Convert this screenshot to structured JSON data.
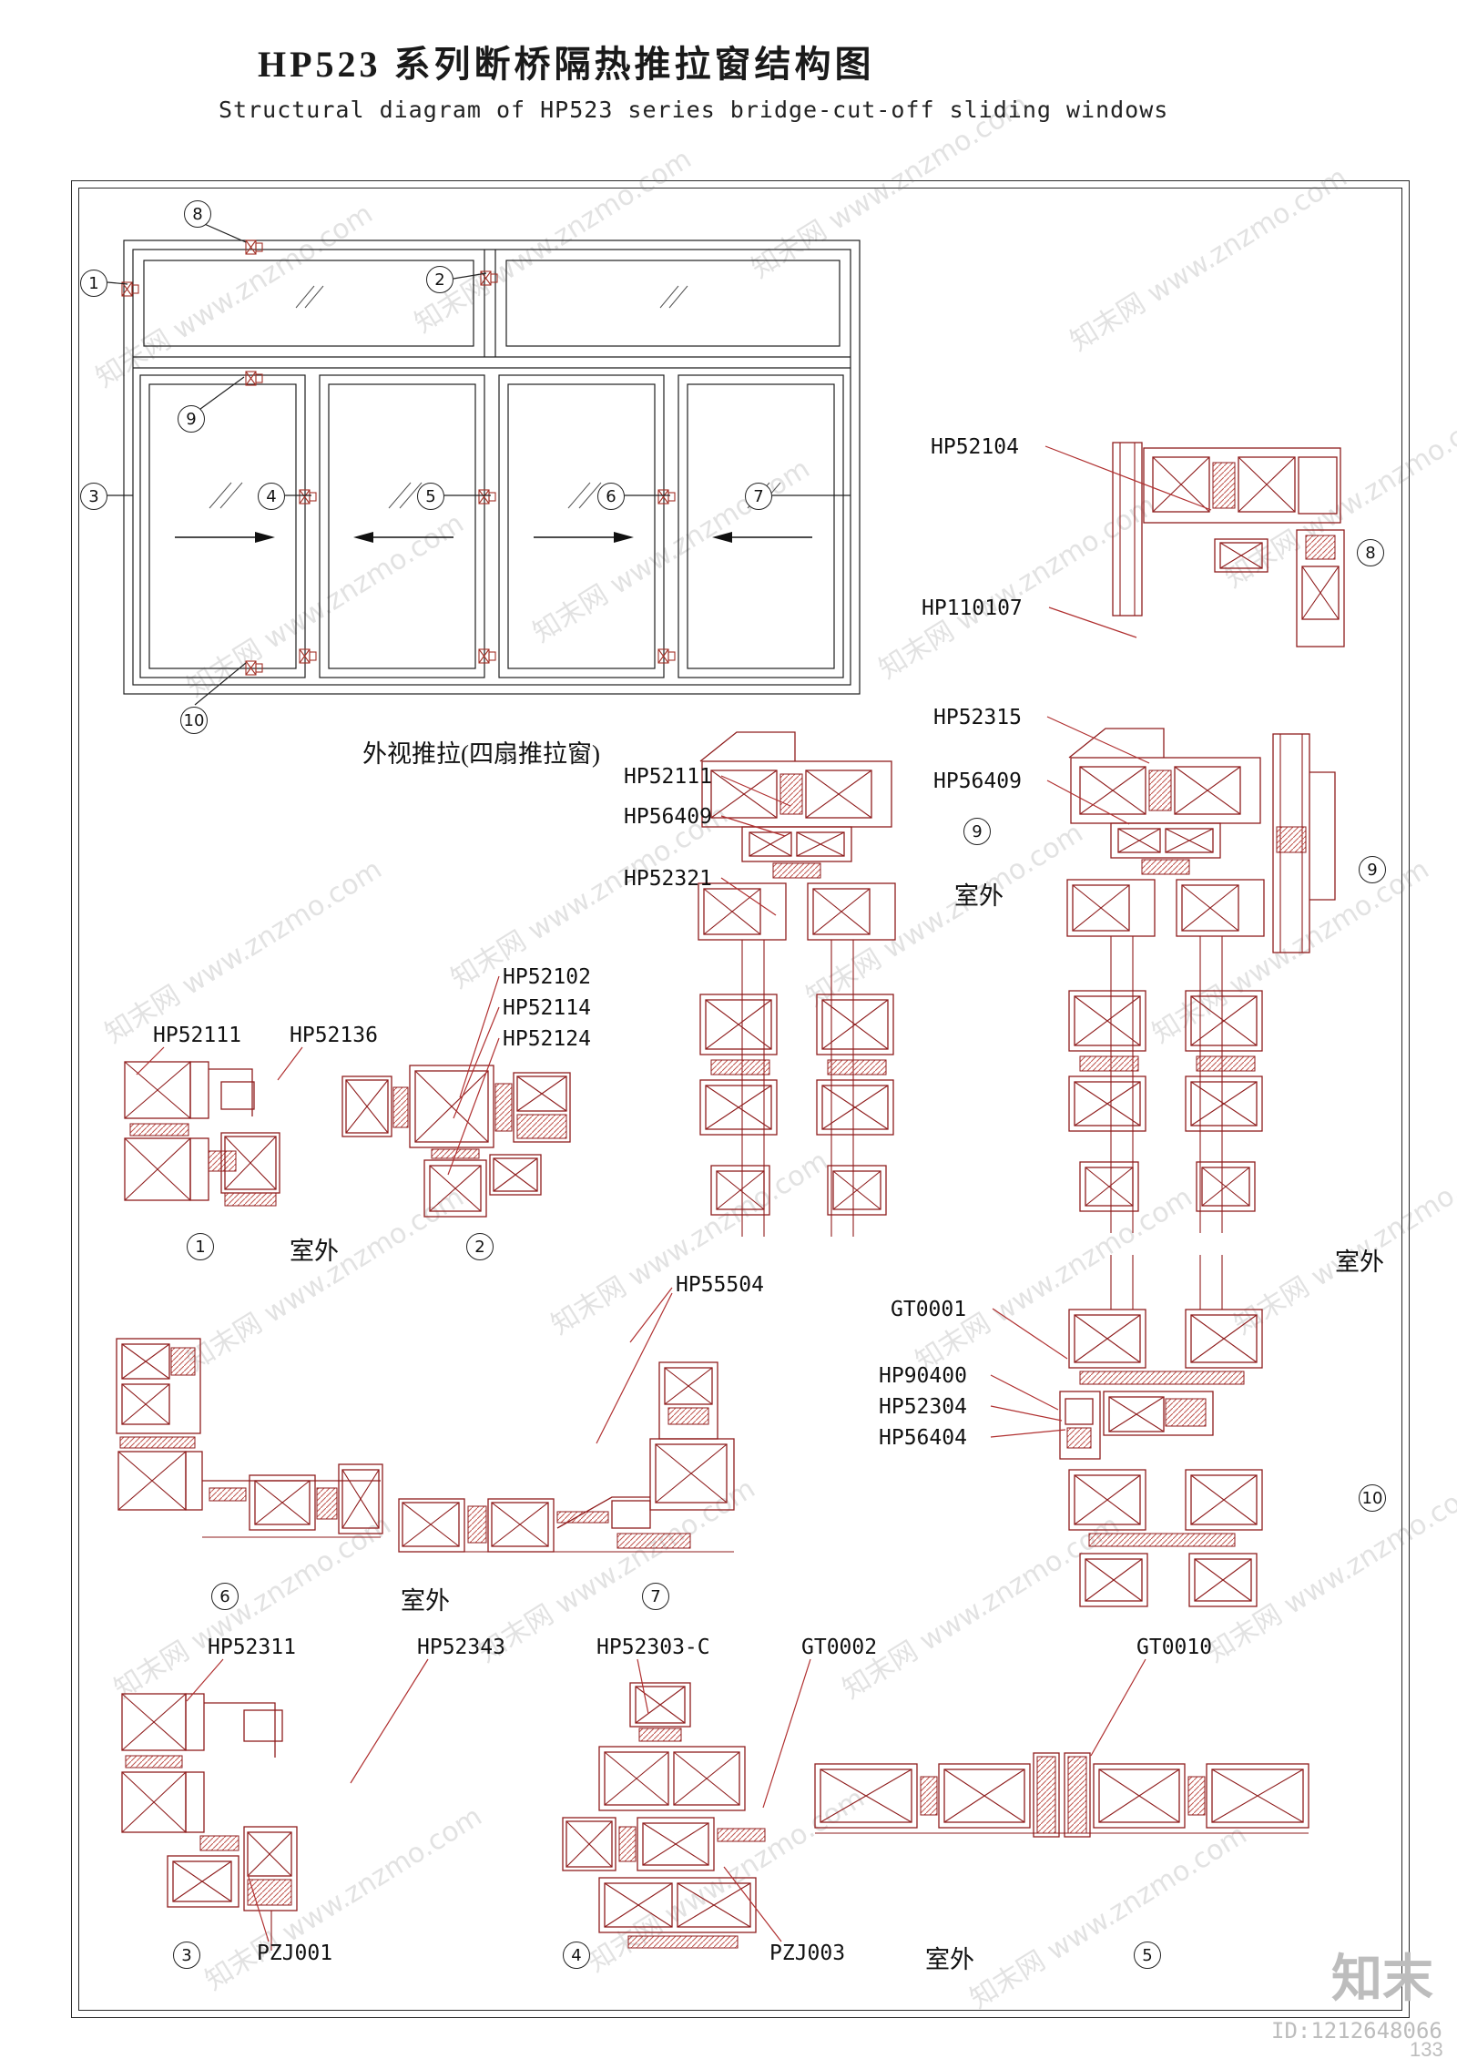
{
  "page": {
    "title_zh": "HP523 系列断桥隔热推拉窗结构图",
    "title_en": "Structural diagram of HP523 series bridge-cut-off sliding windows",
    "watermark": "知末网 www.znzmo.com",
    "footer_logo": "知末",
    "footer_id": "ID:1212648066",
    "footer_page": "133"
  },
  "elevation": {
    "caption": "外视推拉(四扇推拉窗)"
  },
  "outdoor_label": "室外",
  "callouts": {
    "n1": "1",
    "n2": "2",
    "n3": "3",
    "n4": "4",
    "n5": "5",
    "n6": "6",
    "n7": "7",
    "n8": "8",
    "n9": "9",
    "n10": "10"
  },
  "labels": {
    "hp52104": "HP52104",
    "hp110107": "HP110107",
    "hp52315": "HP52315",
    "hp56409_r": "HP56409",
    "hp52111_m": "HP52111",
    "hp56409_m": "HP56409",
    "hp52321": "HP52321",
    "hp52111_1": "HP52111",
    "hp52136": "HP52136",
    "hp52102": "HP52102",
    "hp52114": "HP52114",
    "hp52124": "HP52124",
    "hp55504": "HP55504",
    "gt0001": "GT0001",
    "hp90400": "HP90400",
    "hp52304": "HP52304",
    "hp56404": "HP56404",
    "hp52311": "HP52311",
    "hp52343": "HP52343",
    "hp52303c": "HP52303-C",
    "gt0002": "GT0002",
    "gt0010": "GT0010",
    "pzj001": "PZJ001",
    "pzj003": "PZJ003"
  },
  "colors": {
    "profile_red": "#8f1d1d",
    "leader_red": "#b03030",
    "line_black": "#1f1f1f"
  }
}
